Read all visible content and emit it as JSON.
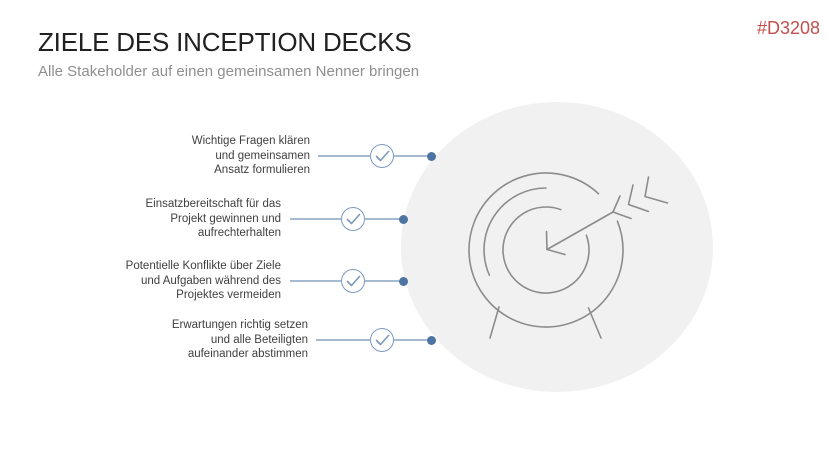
{
  "slide": {
    "title": "ZIELE DES INCEPTION DECKS",
    "subtitle": "Alle Stakeholder auf einen gemeinsamen Nenner bringen",
    "product_code": "#D3208"
  },
  "list": {
    "items": [
      {
        "lines": [
          "Wichtige Fragen klären",
          "und gemeinsamen",
          "Ansatz formulieren"
        ]
      },
      {
        "lines": [
          "Einsatzbereitschaft für das",
          "Projekt gewinnen und",
          "aufrechterhalten"
        ]
      },
      {
        "lines": [
          "Potentielle Konflikte über Ziele",
          "und Aufgaben während des",
          "Projektes vermeiden"
        ]
      },
      {
        "lines": [
          "Erwartungen richtig setzen",
          "und alle Beteiligten",
          "aufeinander abstimmen"
        ]
      }
    ]
  },
  "icons": {
    "item_marker": "check-in-circle-icon",
    "illustration": "target-with-arrow-icon"
  },
  "colors": {
    "title": "#212121",
    "subtitle": "#8F8F8F",
    "code": "#C0504D",
    "list_text": "#3F3F3F",
    "connector_line": "#A6BAD2",
    "check_circle": "#7C99BD",
    "dot": "#4D74A3",
    "big_circle_fill": "#F1F1F2",
    "art_stroke": "#8C8C8C"
  }
}
